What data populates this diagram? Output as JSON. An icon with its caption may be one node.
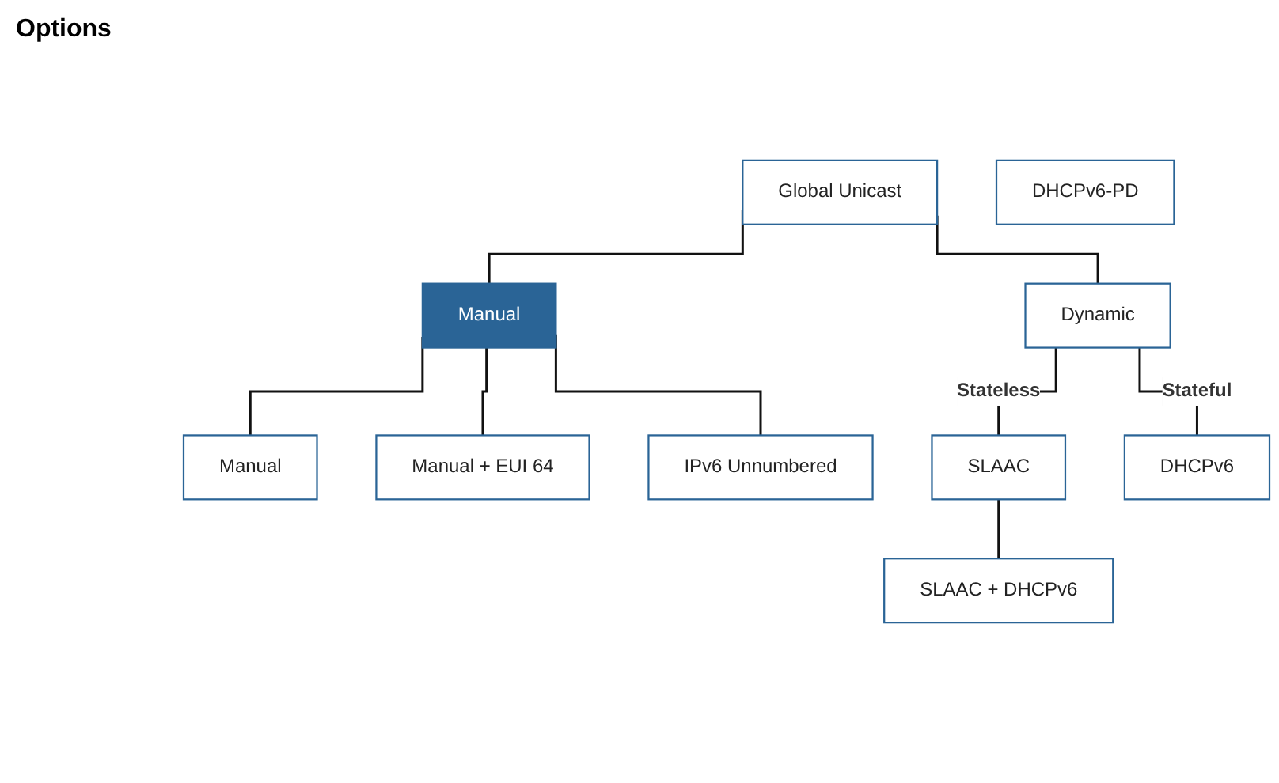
{
  "diagram": {
    "nodes": [
      {
        "text": [
          "Global Unicast"
        ]
      },
      {
        "text": [
          "Manual"
        ]
      },
      {
        "text": [
          "Dynamic"
        ]
      },
      {
        "text": [
          "Manual"
        ]
      },
      {
        "text": [
          "Manual + EUI 64"
        ]
      },
      {
        "text": [
          "IPv6 Unnumbered"
        ]
      },
      {
        "text": [
          "SLAAC"
        ]
      },
      {
        "text": [
          "DHCPv6"
        ]
      },
      {
        "text": [
          "SLAAC + DHCPv6"
        ]
      },
      {
        "text": [
          "DHCPv6-PD"
        ]
      }
    ],
    "edges": [
      {
        "from": 0,
        "to": 1,
        "arrow": "none"
      },
      {
        "from": 0,
        "to": 2,
        "arrow": "none"
      },
      {
        "from": 1,
        "to": 3,
        "arrow": "none"
      },
      {
        "from": 1,
        "to": 4,
        "arrow": "none"
      },
      {
        "from": 1,
        "to": 5,
        "arrow": "none"
      },
      {
        "from": 2,
        "to": 6,
        "arrow": "none",
        "label": "Stateless"
      },
      {
        "from": 2,
        "to": 7,
        "arrow": "none",
        "label": "Stateful"
      },
      {
        "from": 6,
        "to": 8,
        "arrow": "none"
      }
    ],
    "labels": [
      "Options"
    ]
  }
}
